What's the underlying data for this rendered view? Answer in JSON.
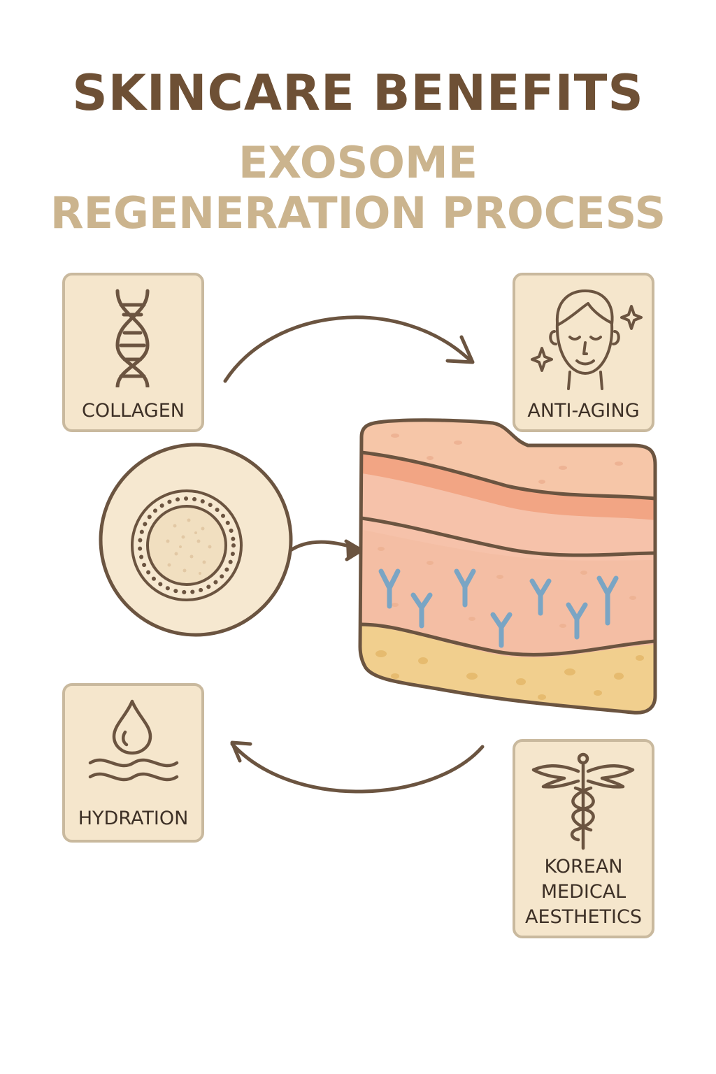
{
  "header": {
    "title": "SKINCARE BENEFITS",
    "subtitle_line1": "EXOSOME",
    "subtitle_line2": "REGENERATION PROCESS"
  },
  "cards": {
    "collagen": {
      "label": "COLLAGEN",
      "icon": "dna-icon"
    },
    "anti_aging": {
      "label": "ANTI-AGING",
      "icon": "face-sparkle-icon"
    },
    "hydration": {
      "label": "HYDRATION",
      "icon": "water-drop-icon"
    },
    "korean": {
      "label_line1": "KOREAN",
      "label_line2": "MEDICAL",
      "label_line3": "AESTHETICS",
      "icon": "caduceus-icon"
    }
  },
  "figures": {
    "exosome": "exosome-vesicle",
    "skin": "skin-cross-section"
  },
  "colors": {
    "title": "#6e5035",
    "subtitle": "#cbb48e",
    "outline": "#6b5440",
    "card_fill": "#f5e6cc",
    "card_border": "#c9b99e",
    "skin_top": "#f6c6a8",
    "skin_band": "#f2a584",
    "skin_dermis": "#f4bea4",
    "skin_fat": "#f1cf8e",
    "receptor": "#7aa5c4"
  }
}
